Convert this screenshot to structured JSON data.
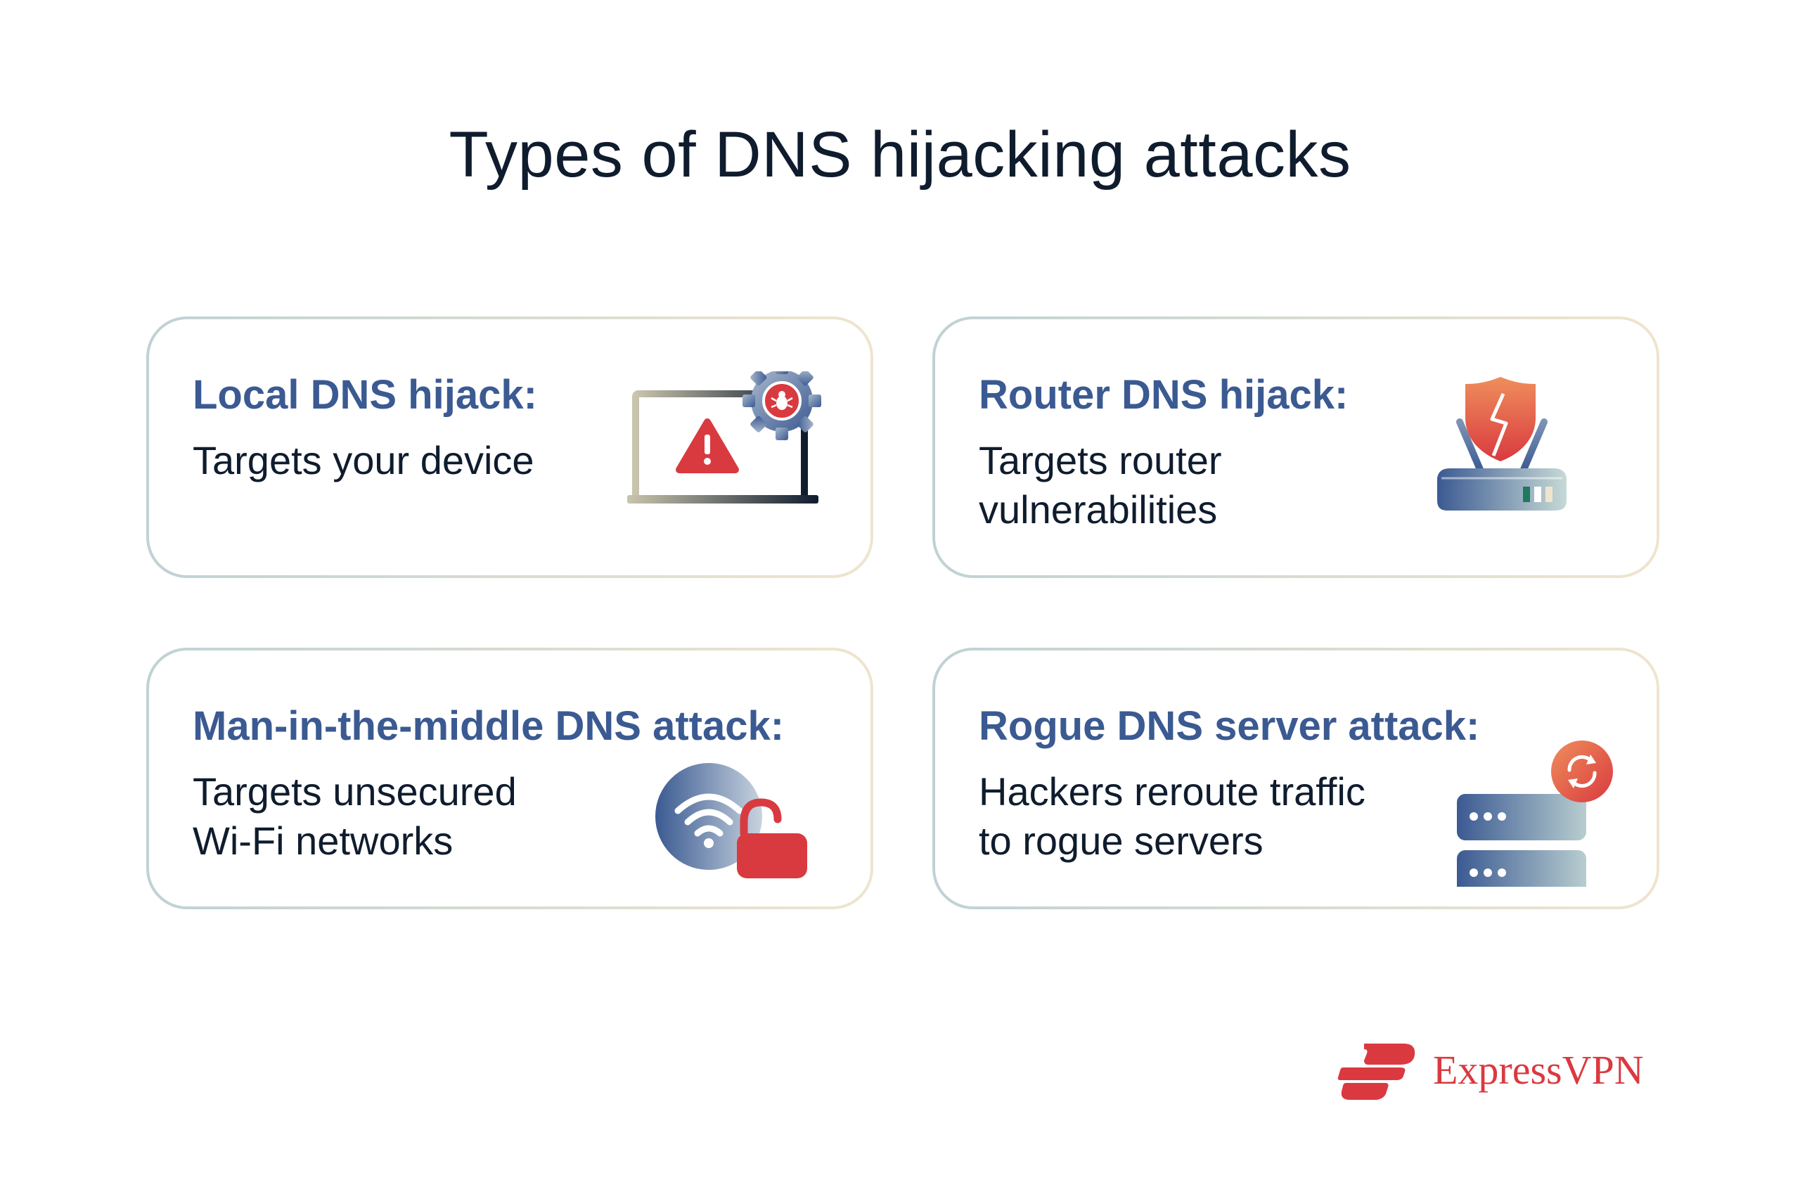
{
  "title": "Types of DNS hijacking attacks",
  "cards": [
    {
      "heading": "Local DNS hijack:",
      "description_lines": [
        "Targets your device"
      ],
      "icon": "laptop-warning-bug-icon"
    },
    {
      "heading": "Router DNS hijack:",
      "description_lines": [
        "Targets router",
        "vulnerabilities"
      ],
      "icon": "router-broken-shield-icon"
    },
    {
      "heading": "Man-in-the-middle DNS attack:",
      "description_lines": [
        "Targets unsecured",
        "Wi-Fi networks"
      ],
      "icon": "wifi-unlocked-padlock-icon"
    },
    {
      "heading": "Rogue DNS server attack:",
      "description_lines": [
        "Hackers reroute traffic",
        "to rogue servers"
      ],
      "icon": "server-reroute-icon"
    }
  ],
  "brand": {
    "name": "ExpressVPN",
    "color": "#da3940",
    "icon": "expressvpn-logo-icon"
  },
  "colors": {
    "heading_blue": "#3b5a92",
    "text_dark": "#0f1c2e",
    "alert_red": "#d93a3f"
  }
}
